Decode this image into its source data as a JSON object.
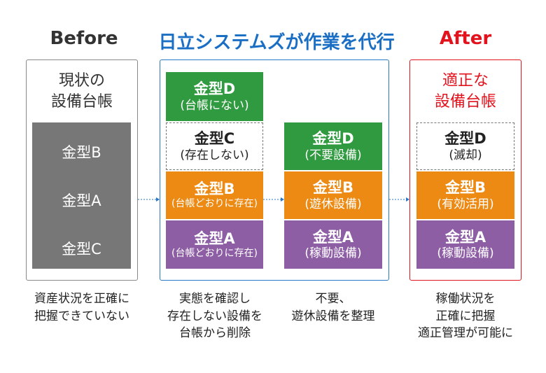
{
  "headings": {
    "before": "Before",
    "middle": "日立システムズが作業を代行",
    "after": "After"
  },
  "colors": {
    "before_heading": "#333333",
    "middle_heading": "#1a6fc4",
    "after_heading": "#e3131e",
    "green": "#2f9a3f",
    "orange": "#ec8a14",
    "purple": "#8e5ea5",
    "gray": "#777777"
  },
  "before": {
    "title_line1": "現状の",
    "title_line2": "設備台帳",
    "items": [
      "金型B",
      "金型A",
      "金型C"
    ],
    "caption_line1": "資産状況を正確に",
    "caption_line2": "把握できていない"
  },
  "middle1": {
    "boxes": [
      {
        "name": "金型D",
        "note": "(台帳にない)"
      },
      {
        "name": "金型C",
        "note": "(存在しない)"
      },
      {
        "name": "金型B",
        "note": "(台帳どおりに存在)"
      },
      {
        "name": "金型A",
        "note": "(台帳どおりに存在)"
      }
    ],
    "caption_line1": "実態を確認し",
    "caption_line2": "存在しない設備を",
    "caption_line3": "台帳から削除"
  },
  "middle2": {
    "boxes": [
      {
        "name": "金型D",
        "note": "(不要設備)"
      },
      {
        "name": "金型B",
        "note": "(遊休設備)"
      },
      {
        "name": "金型A",
        "note": "(稼動設備)"
      }
    ],
    "caption_line1": "不要、",
    "caption_line2": "遊休設備を整理"
  },
  "after": {
    "title_line1": "適正な",
    "title_line2": "設備台帳",
    "boxes": [
      {
        "name": "金型D",
        "note": "(滅却)"
      },
      {
        "name": "金型B",
        "note": "(有効活用)"
      },
      {
        "name": "金型A",
        "note": "(稼動設備)"
      }
    ],
    "caption_line1": "稼働状況を",
    "caption_line2": "正確に把握",
    "caption_line3": "適正管理が可能に"
  }
}
